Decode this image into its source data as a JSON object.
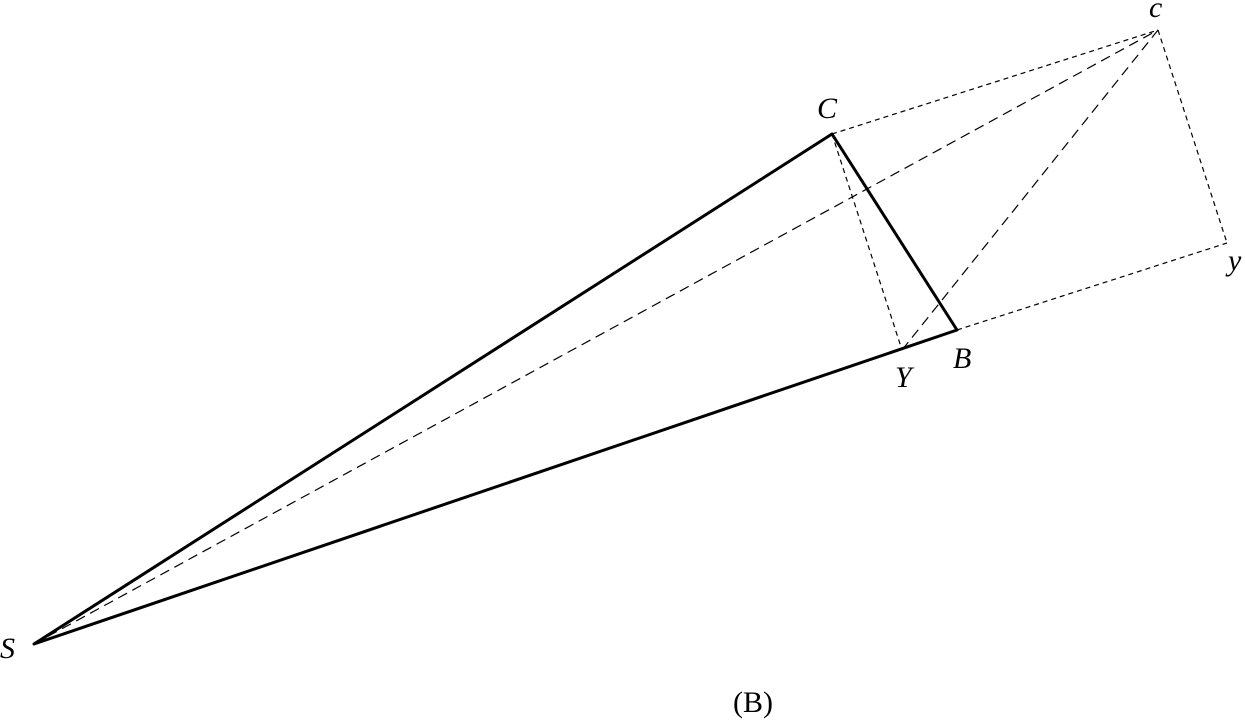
{
  "diagram": {
    "caption": "(B)",
    "points": {
      "S": "S",
      "C": "C",
      "B": "B",
      "Y": "Y",
      "c": "c",
      "y": "y"
    }
  }
}
